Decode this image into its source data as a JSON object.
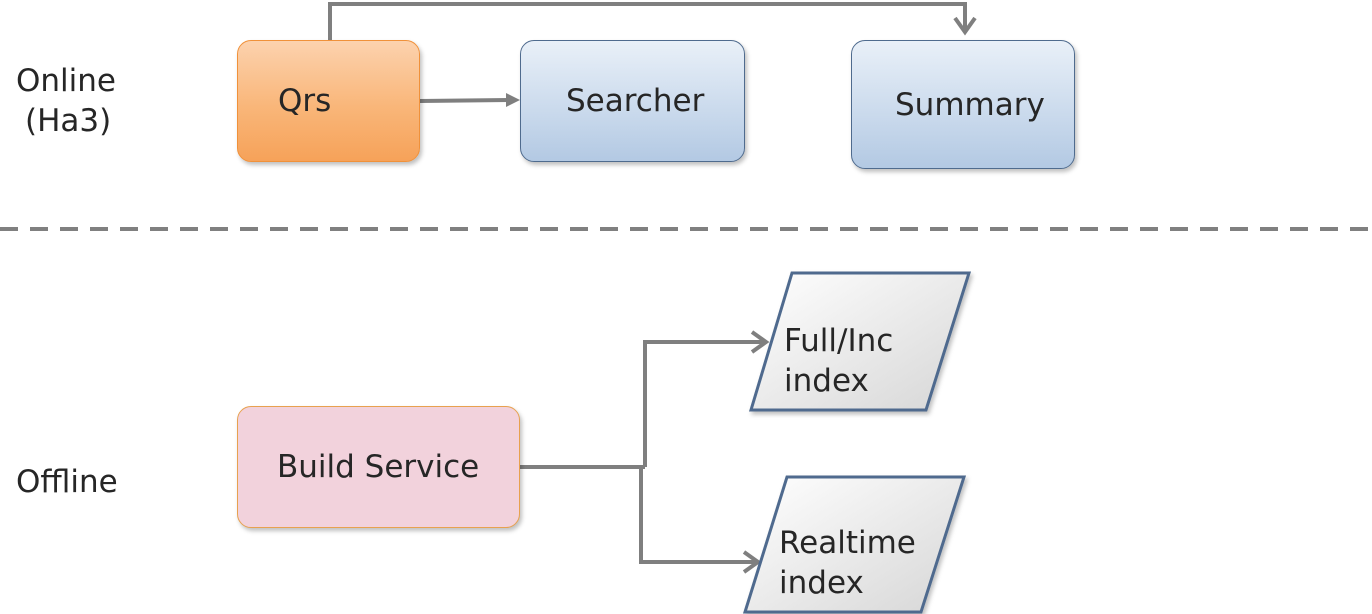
{
  "labels": {
    "online_line1": "Online",
    "online_line2": "(Ha3)",
    "offline": "Offline"
  },
  "nodes": {
    "qrs": "Qrs",
    "searcher": "Searcher",
    "summary": "Summary",
    "build_service": "Build Service",
    "full_inc_index_line1": "Full/Inc",
    "full_inc_index_line2": "index",
    "realtime_index_line1": "Realtime",
    "realtime_index_line2": "index"
  },
  "colors": {
    "qrs_fill": "#f9b679",
    "qrs_border": "#f0913a",
    "service_fill": "#c9d9ec",
    "service_border": "#4f6b8e",
    "build_fill": "#f2d2dc",
    "index_fill": "#e4e4e4",
    "connector": "#7f7f7f",
    "divider": "#808080"
  }
}
